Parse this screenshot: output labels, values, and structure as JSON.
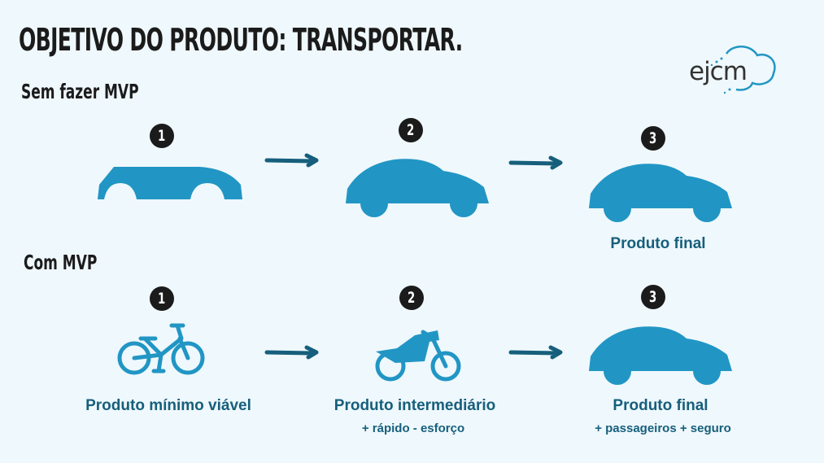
{
  "header": {
    "title": "OBJETIVO DO PRODUTO: TRANSPORTAR.",
    "logo_text": "ejcm"
  },
  "colors": {
    "background": "#eff8fc",
    "icon_blue": "#2196c4",
    "arrow": "#165f7c",
    "label": "#165f7c",
    "text_dark": "#1b1b1b"
  },
  "sections": [
    {
      "heading": "Sem fazer MVP",
      "steps": [
        {
          "number": "1",
          "icon": "car-body-icon",
          "label": "",
          "sublabel": ""
        },
        {
          "number": "2",
          "icon": "car-without-wheels-icon",
          "label": "",
          "sublabel": ""
        },
        {
          "number": "3",
          "icon": "car-icon",
          "label": "Produto final",
          "sublabel": ""
        }
      ]
    },
    {
      "heading": "Com MVP",
      "steps": [
        {
          "number": "1",
          "icon": "bicycle-icon",
          "label": "Produto mínimo viável",
          "sublabel": ""
        },
        {
          "number": "2",
          "icon": "motorcycle-icon",
          "label": "Produto intermediário",
          "sublabel": "+ rápido - esforço"
        },
        {
          "number": "3",
          "icon": "car-icon",
          "label": "Produto final",
          "sublabel": "+ passageiros + seguro"
        }
      ]
    }
  ]
}
